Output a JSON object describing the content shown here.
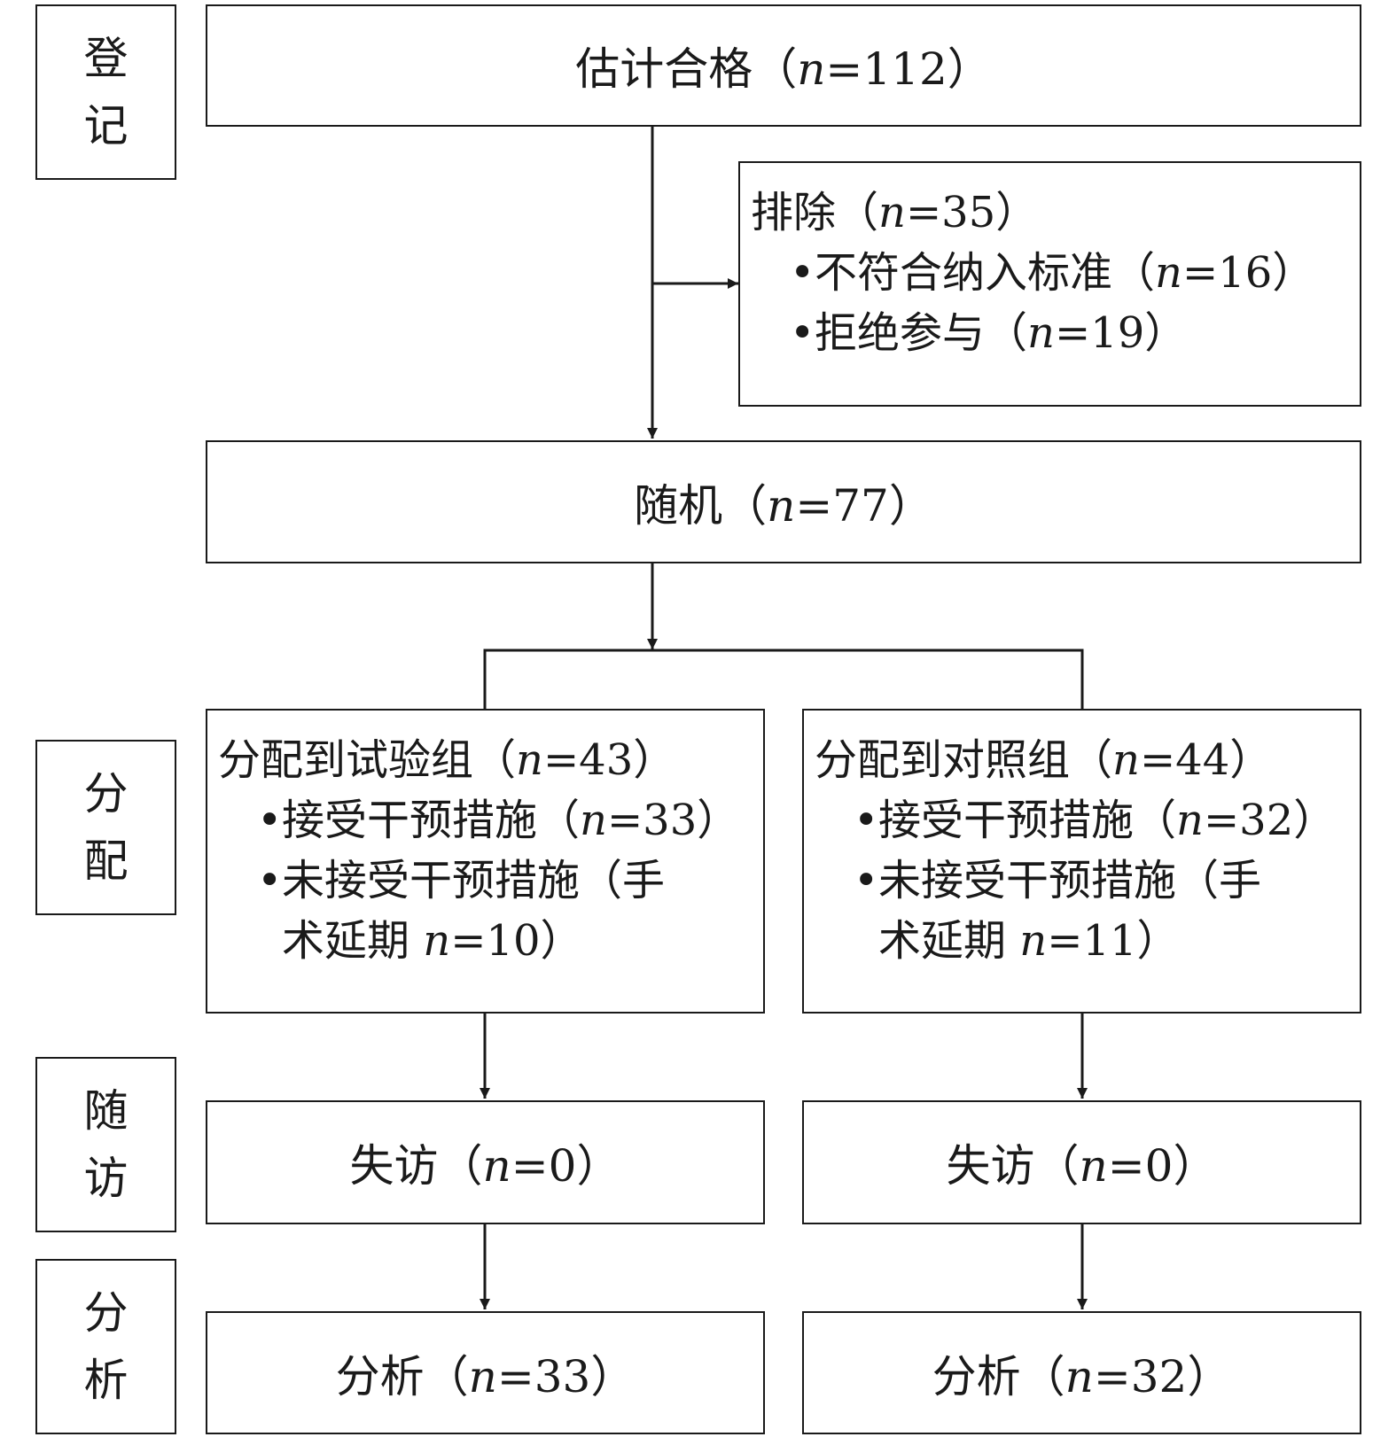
{
  "side_labels": {
    "enroll": [
      "登",
      "记"
    ],
    "allocate": [
      "分",
      "配"
    ],
    "followup": [
      "随",
      "访"
    ],
    "analysis": [
      "分",
      "析"
    ]
  },
  "nodes": {
    "eligible": {
      "pre": "估计合格（",
      "n": "n",
      "post": "=112）"
    },
    "excluded": {
      "title": {
        "pre": "排除（",
        "n": "n",
        "post": "=35）"
      },
      "items": [
        {
          "pre": "不符合纳入标准（",
          "n": "n",
          "post": "=16）"
        },
        {
          "pre": "拒绝参与（",
          "n": "n",
          "post": "=19）"
        }
      ]
    },
    "randomized": {
      "pre": "随机（",
      "n": "n",
      "post": "=77）"
    },
    "alloc_trial": {
      "title": {
        "pre": "分配到试验组（",
        "n": "n",
        "post": "=43）"
      },
      "item1": {
        "pre": "接受干预措施（",
        "n": "n",
        "post": "=33）"
      },
      "item2_line1": "未接受干预措施（手",
      "item2_line2": {
        "pre": "术延期 ",
        "n": "n",
        "post": "=10）"
      }
    },
    "alloc_control": {
      "title": {
        "pre": "分配到对照组（",
        "n": "n",
        "post": "=44）"
      },
      "item1": {
        "pre": "接受干预措施（",
        "n": "n",
        "post": "=32）"
      },
      "item2_line1": "未接受干预措施（手",
      "item2_line2": {
        "pre": "术延期 ",
        "n": "n",
        "post": "=11）"
      }
    },
    "lost_trial": {
      "pre": "失访（",
      "n": "n",
      "post": "=0）"
    },
    "lost_control": {
      "pre": "失访（",
      "n": "n",
      "post": "=0）"
    },
    "analysis_trial": {
      "pre": "分析（",
      "n": "n",
      "post": "=33）"
    },
    "analysis_control": {
      "pre": "分析（",
      "n": "n",
      "post": "=32）"
    }
  }
}
